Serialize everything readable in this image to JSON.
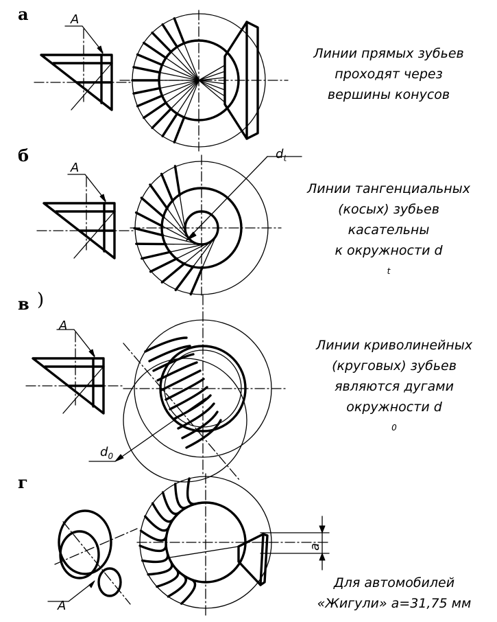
{
  "panels": [
    {
      "letter": "а",
      "marker": "A",
      "caption": [
        "Линии прямых зубьев",
        "проходят через",
        "вершины конусов"
      ]
    },
    {
      "letter": "б",
      "marker": "A",
      "dim": "d",
      "dim_sub": "t",
      "caption": [
        "Линии тангенциальных",
        "(косых) зубьев",
        "касательны",
        "к окружности d"
      ],
      "caption_sub": "t"
    },
    {
      "letter": "в",
      "paren": ")",
      "marker": "A",
      "dim": "d",
      "dim_sub": "0",
      "caption": [
        "Линии криволинейных",
        "(круговых) зубьев",
        "являются дугами",
        "окружности d"
      ],
      "caption_sub": "0"
    },
    {
      "letter": "г",
      "marker": "A",
      "dim": "a",
      "caption": [
        "Для автомобилей",
        "«Жигули» a=31,75 мм"
      ]
    }
  ]
}
